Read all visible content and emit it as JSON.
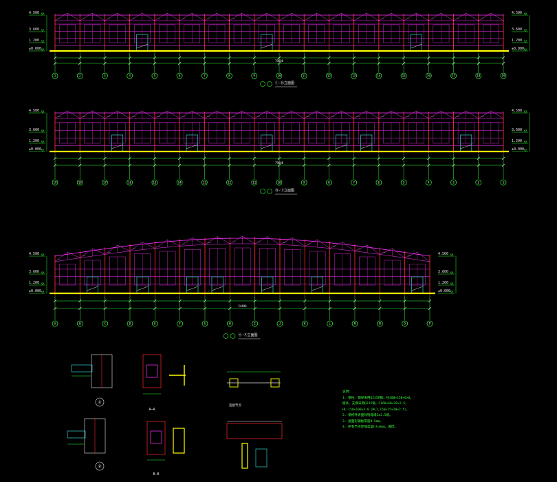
{
  "drawing": {
    "colors": {
      "background": "#000000",
      "truss": "#ff33ff",
      "column": "#ff2a2a",
      "dimension": "#33ff33",
      "ground": "#ffff00",
      "door": "#33cccc",
      "text": "#e8e8e8"
    },
    "elevations": [
      {
        "title": "①-⑲立面图",
        "axis_labels": [
          "1",
          "2",
          "3",
          "4",
          "5",
          "6",
          "7",
          "8",
          "9",
          "10",
          "11",
          "12",
          "13",
          "14",
          "15",
          "16",
          "17",
          "18",
          "19"
        ],
        "total_dim": "79600"
      },
      {
        "title": "⑲-①立面图",
        "axis_labels": [
          "19",
          "18",
          "17",
          "16",
          "15",
          "14",
          "13",
          "12",
          "11",
          "10",
          "9",
          "8",
          "7",
          "6",
          "5",
          "4",
          "3",
          "2",
          "1"
        ],
        "total_dim": "79600"
      },
      {
        "title": "Ⓐ-Ⓟ立面图",
        "axis_labels": [
          "A",
          "B",
          "C",
          "D",
          "E",
          "F",
          "G",
          "H",
          "I",
          "J",
          "K",
          "L",
          "M",
          "N",
          "O",
          "P"
        ],
        "total_dim": "54400"
      }
    ],
    "level_marks": [
      "±0.000",
      "1.200",
      "3.600",
      "4.500"
    ],
    "details": {
      "node1": "①",
      "node2": "②",
      "section_aa": "A—A",
      "section_bb": "B—B",
      "connection": "连接节点"
    },
    "notes": {
      "heading": "说明：",
      "lines": [
        "1. 钢柱、钢梁采用Q235B钢，柱200×150×6×8。",
        "   檩条、支撑采用Q235钢，C160×60×20×2.5。",
        "   HL:150×100×3.0（HL1,150×75×20×2.5）。",
        "2. 钢构件表面除锈等级Sa2.5级。",
        "3. 屋面彩钢板厚度0.5mm。",
        "4. 所有节点焊缝高度hf=6mm，满焊。"
      ]
    }
  }
}
